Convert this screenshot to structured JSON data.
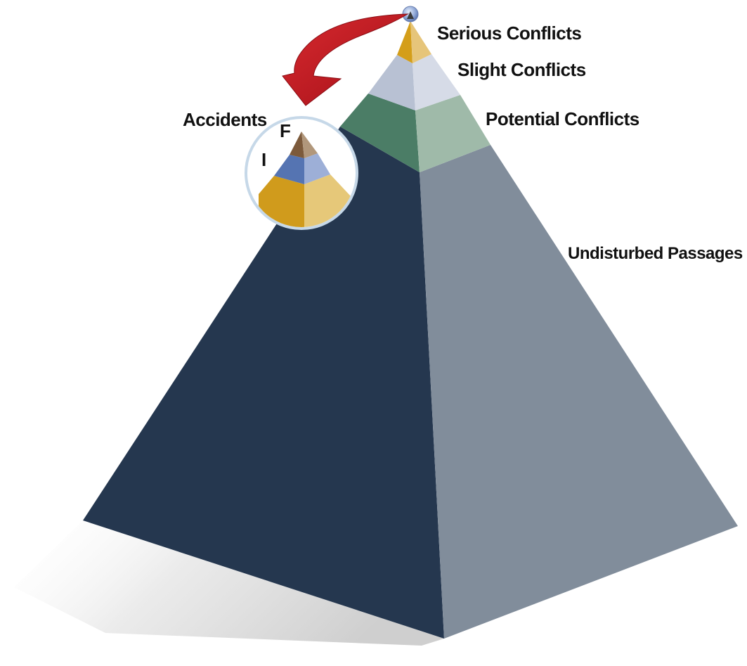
{
  "diagram": {
    "levels": {
      "serious": "Serious Conflicts",
      "slight": "Slight Conflicts",
      "potential": "Potential Conflicts",
      "undisturbed": "Undisturbed Passages"
    },
    "inset": {
      "title": "Accidents",
      "top_letter": "F",
      "side_letter": "I"
    },
    "colors": {
      "base_left": "#25374f",
      "base_right": "#818d9b",
      "potential_left": "#4b7d66",
      "potential_right": "#9fbaa9",
      "slight_left": "#b8c1d3",
      "slight_right": "#d6dbe7",
      "serious_left": "#d49e1a",
      "serious_right": "#e6c57a",
      "accident_fatal_left": "#7c5a3b",
      "accident_fatal_right": "#b1977b",
      "accident_injury_left": "#5574b2",
      "accident_injury_right": "#9dafd7",
      "accident_base_left": "#d09b1c",
      "accident_base_right": "#e6c879",
      "arrow": "#c0151f"
    }
  }
}
